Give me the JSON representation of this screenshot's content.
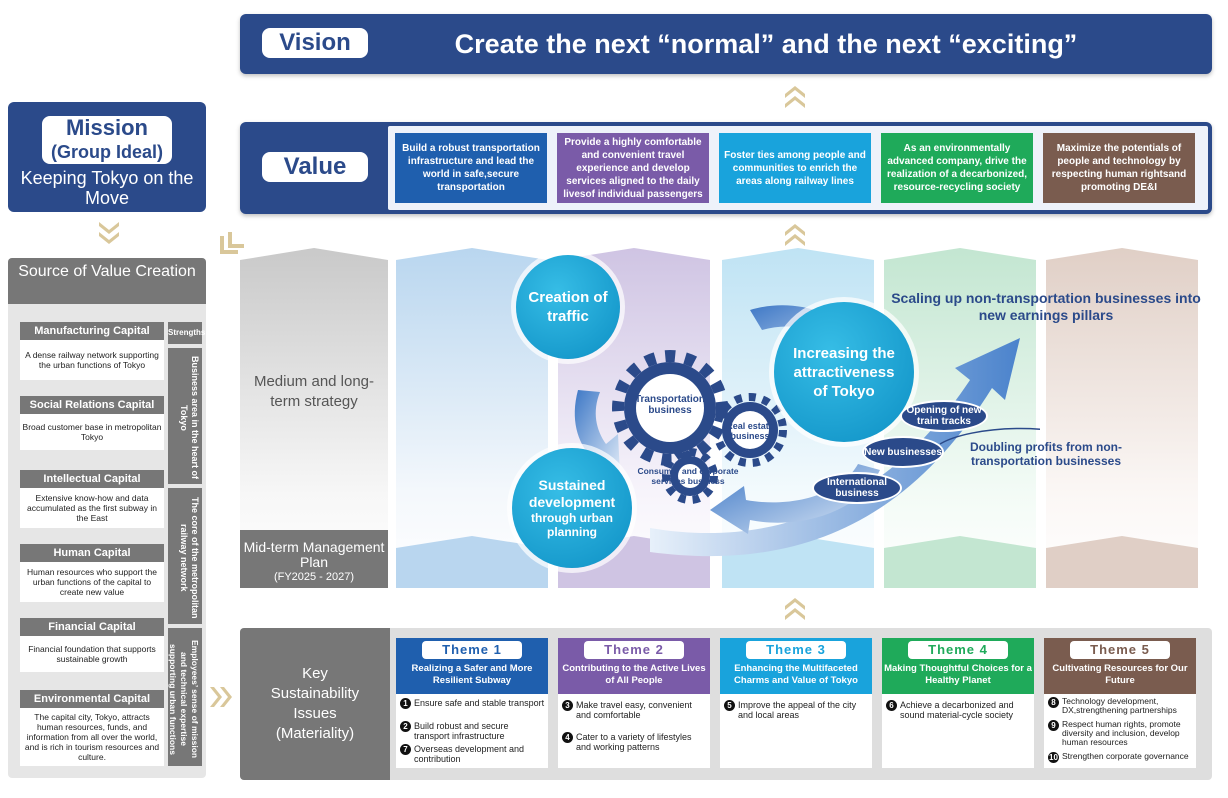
{
  "vision": {
    "label": "Vision",
    "text": "Create the next “normal” and the next “exciting”"
  },
  "mission": {
    "label": "Mission",
    "sub": "(Group Ideal)",
    "text": "Keeping Tokyo on the Move"
  },
  "value": {
    "label": "Value",
    "items": [
      {
        "text": "Build a robust transportation infrastructure and lead the world in safe,secure transportation",
        "color": "#1f5fae"
      },
      {
        "text": "Provide a highly comfortable and convenient travel experience and develop services aligned to the daily livesof individual passengers",
        "color": "#7a5ba8"
      },
      {
        "text": "Foster ties among people and communities to enrich the areas along railway lines",
        "color": "#19a3dc"
      },
      {
        "text": "As an environmentally advanced company, drive the realization of a decarbonized, resource-recycling society",
        "color": "#1faa5a"
      },
      {
        "text": "Maximize the potentials of people and technology by respecting human rightsand promoting DE&I",
        "color": "#7a5c4f"
      }
    ]
  },
  "source": {
    "title": "Source of Value Creation",
    "strengths_label": "Strengths",
    "capitals": [
      {
        "name": "Manufacturing Capital",
        "text": "A dense railway network supporting the urban functions of Tokyo"
      },
      {
        "name": "Social Relations Capital",
        "text": "Broad customer base in metropolitan Tokyo"
      },
      {
        "name": "Intellectual Capital",
        "text": "Extensive know-how and data accumulated as the first subway in the East"
      },
      {
        "name": "Human Capital",
        "text": "Human resources who support the urban functions of the capital to create new value"
      },
      {
        "name": "Financial Capital",
        "text": "Financial foundation that supports sustainable growth"
      },
      {
        "name": "Environmental Capital",
        "text": "The capital city, Tokyo, attracts human resources, funds, and information from all over the world, and is rich in tourism resources and culture."
      }
    ],
    "strengths": [
      "Business area in the heart of Tokyo",
      "The core of the metropolitan railway network",
      "Employees’ sense of mission and technical expertise supporting urban functions"
    ]
  },
  "strategy": {
    "label": "Medium and long-term strategy",
    "midterm_title": "Mid-term Management Plan",
    "midterm_years": "(FY2025 - 2027)"
  },
  "cycle": {
    "creation": "Creation of traffic",
    "attractiveness": "Increasing the attractiveness of Tokyo",
    "sustained_main": "Sustained development",
    "sustained_sub": "through urban planning",
    "gear_transport": "Transportation business",
    "gear_realestate": "Real estate business",
    "gear_consumer": "Consumer and corporate services business",
    "scaling": "Scaling up non-transportation businesses into new earnings pillars",
    "doubling": "Doubling profits from non-transportation businesses",
    "blob_international": "International business",
    "blob_new": "New businesses",
    "blob_opening": "Opening of new train tracks"
  },
  "key": {
    "label": "Key Sustainability Issues (Materiality)",
    "themes": [
      {
        "name": "Theme 1",
        "title": "Realizing a Safer and More Resilient Subway",
        "color": "#1f5fae",
        "items": [
          {
            "n": "1",
            "t": "Ensure safe and stable transport"
          },
          {
            "n": "2",
            "t": "Build robust and secure transport infrastructure"
          },
          {
            "n": "7",
            "t": "Overseas development and contribution"
          }
        ]
      },
      {
        "name": "Theme 2",
        "title": "Contributing to the Active Lives of All People",
        "color": "#7a5ba8",
        "items": [
          {
            "n": "3",
            "t": "Make travel easy, convenient and comfortable"
          },
          {
            "n": "4",
            "t": "Cater to a variety of lifestyles and working patterns"
          }
        ]
      },
      {
        "name": "Theme 3",
        "title": "Enhancing the Multifaceted Charms and Value of Tokyo",
        "color": "#19a3dc",
        "items": [
          {
            "n": "5",
            "t": "Improve the appeal of the city and local areas"
          }
        ]
      },
      {
        "name": "Theme 4",
        "title": "Making Thoughtful Choices for a Healthy Planet",
        "color": "#1faa5a",
        "items": [
          {
            "n": "6",
            "t": "Achieve a decarbonized and sound material-cycle society"
          }
        ]
      },
      {
        "name": "Theme 5",
        "title": "Cultivating Resources for Our Future",
        "color": "#7a5c4f",
        "items": [
          {
            "n": "8",
            "t": "Technology development, DX,strengthening partnerships"
          },
          {
            "n": "9",
            "t": "Respect human rights, promote diversity and inclusion, develop human resources"
          },
          {
            "n": "10",
            "t": "Strengthen corporate governance"
          }
        ]
      }
    ]
  },
  "colors": {
    "navy": "#2b4a8a",
    "grey": "#777777",
    "chevron": "#d9c79a"
  }
}
